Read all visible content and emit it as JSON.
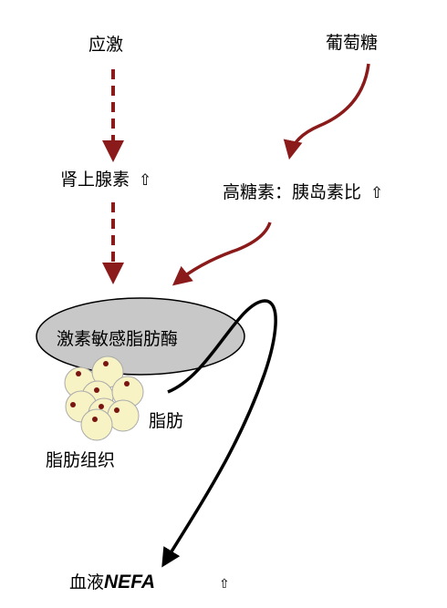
{
  "colors": {
    "dark_red": "#8B1A1A",
    "black": "#000000",
    "enzyme_fill": "#c8c8c8",
    "cell_fill": "#f7f3c5",
    "cell_dot": "#7a1410"
  },
  "icons": {
    "increase": "hollow-up-arrow-icon"
  },
  "labels": {
    "stress": "应激",
    "glucose": "葡萄糖",
    "adrenaline": "肾上腺素",
    "ratio": "高糖素：胰岛素比",
    "enzyme": "激素敏感脂肪酶",
    "fat": "脂肪",
    "adipose": "脂肪组织",
    "blood_prefix": "血液",
    "blood_nefa": "NEFA",
    "up_arrow": "⇧"
  }
}
